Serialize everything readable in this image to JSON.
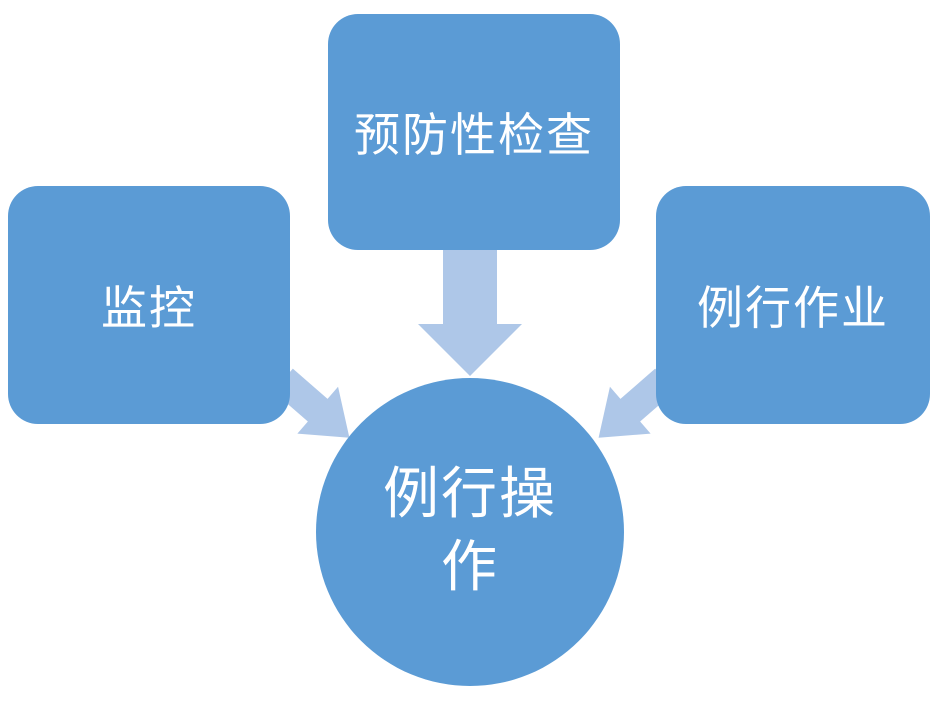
{
  "diagram": {
    "title": "routine-operations-flow",
    "nodes": {
      "left": {
        "label": "监控"
      },
      "top": {
        "label": "预防性检查"
      },
      "right": {
        "label": "例行作业"
      },
      "center": {
        "label": "例行操作"
      }
    },
    "arrows": [
      {
        "from": "top",
        "to": "center",
        "direction": "down"
      },
      {
        "from": "left",
        "to": "center",
        "direction": "down-right"
      },
      {
        "from": "right",
        "to": "center",
        "direction": "down-left"
      }
    ],
    "colors": {
      "box": "#5B9BD5",
      "arrow": "#AEC7E8",
      "text": "#FFFFFF"
    }
  }
}
